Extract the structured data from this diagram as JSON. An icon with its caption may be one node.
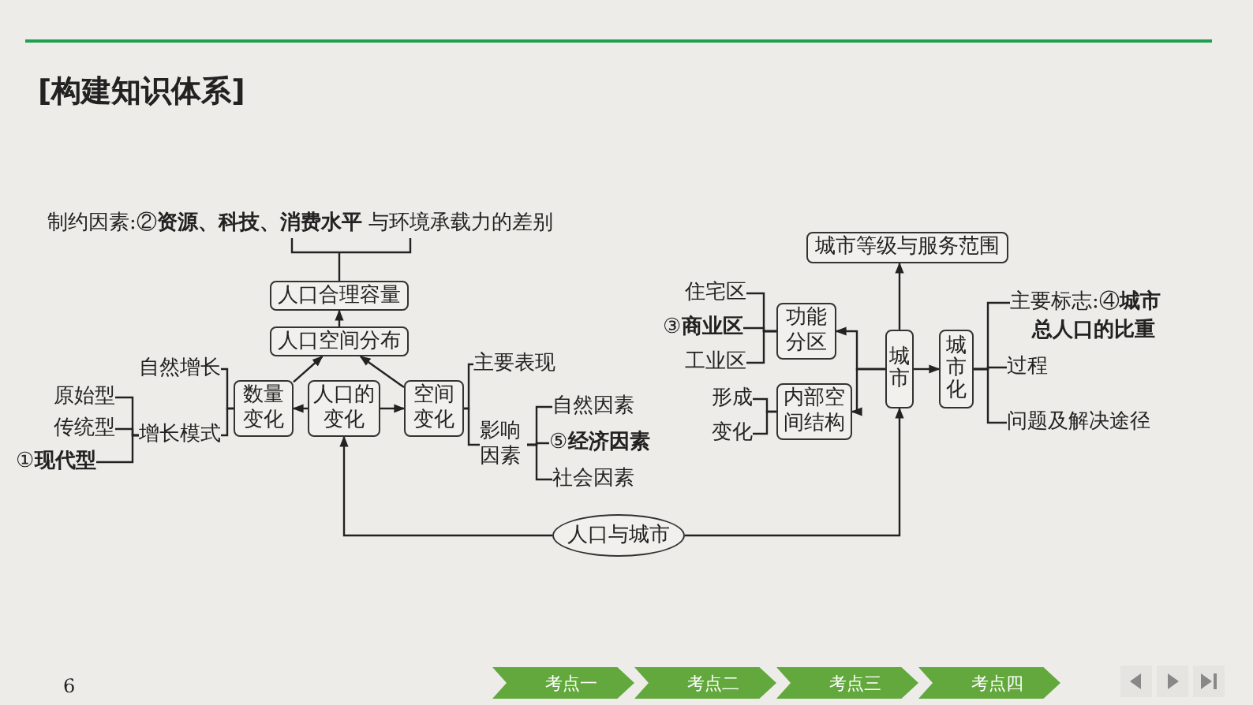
{
  "diagram": {
    "title": "[构建知识体系]",
    "nodes": [
      {
        "text": [
          "人口合理容量"
        ]
      },
      {
        "text": [
          "人口空间分布"
        ]
      },
      {
        "text": [
          "数量变化"
        ]
      },
      {
        "text": [
          "人口的变化"
        ]
      },
      {
        "text": [
          "空间变化"
        ]
      },
      {
        "text": [
          "人口与城市"
        ]
      },
      {
        "text": [
          "城市等级与服务范围"
        ]
      },
      {
        "text": [
          "功能分区"
        ]
      },
      {
        "text": [
          "内部空间结构"
        ]
      },
      {
        "text": [
          "城市"
        ]
      },
      {
        "text": [
          "城市化"
        ]
      },
      {
        "text": [
          "制约因素:②**资源、科技、消费水平** 与环境承载力的差别"
        ]
      },
      {
        "text": [
          "自然增长"
        ]
      },
      {
        "text": [
          "增长模式"
        ]
      },
      {
        "text": [
          "原始型"
        ]
      },
      {
        "text": [
          "传统型"
        ]
      },
      {
        "text": [
          "①**现代型**"
        ]
      },
      {
        "text": [
          "主要表现"
        ]
      },
      {
        "text": [
          "影响因素"
        ]
      },
      {
        "text": [
          "自然因素"
        ]
      },
      {
        "text": [
          "⑤**经济因素**"
        ]
      },
      {
        "text": [
          "社会因素"
        ]
      },
      {
        "text": [
          "住宅区"
        ]
      },
      {
        "text": [
          "③**商业区**"
        ]
      },
      {
        "text": [
          "工业区"
        ]
      },
      {
        "text": [
          "形成"
        ]
      },
      {
        "text": [
          "变化"
        ]
      },
      {
        "text": [
          "主要标志:④**城市**",
          "**总人口的比重**"
        ]
      },
      {
        "text": [
          "过程"
        ]
      },
      {
        "text": [
          "问题及解决途径"
        ]
      }
    ],
    "edges": [
      {
        "from": 3,
        "to": 2,
        "arrow": "to"
      },
      {
        "from": 3,
        "to": 4,
        "arrow": "to"
      },
      {
        "from": 2,
        "to": 1,
        "arrow": "to"
      },
      {
        "from": 4,
        "to": 1,
        "arrow": "to"
      },
      {
        "from": 1,
        "to": 0,
        "arrow": "to"
      },
      {
        "from": 5,
        "to": 3,
        "arrow": "to"
      },
      {
        "from": 5,
        "to": 9,
        "arrow": "to"
      },
      {
        "from": 9,
        "to": 6,
        "arrow": "to"
      },
      {
        "from": 9,
        "to": 10,
        "arrow": "to"
      },
      {
        "from": 9,
        "to": 7,
        "arrow": "to"
      },
      {
        "from": 9,
        "to": 8,
        "arrow": "to"
      },
      {
        "from": 11,
        "to": 0,
        "arrow": "none"
      },
      {
        "from": 2,
        "to": 12,
        "arrow": "none"
      },
      {
        "from": 2,
        "to": 13,
        "arrow": "none"
      },
      {
        "from": 13,
        "to": 14,
        "arrow": "none"
      },
      {
        "from": 13,
        "to": 15,
        "arrow": "none"
      },
      {
        "from": 13,
        "to": 16,
        "arrow": "none"
      },
      {
        "from": 4,
        "to": 17,
        "arrow": "none"
      },
      {
        "from": 4,
        "to": 18,
        "arrow": "none"
      },
      {
        "from": 18,
        "to": 19,
        "arrow": "none"
      },
      {
        "from": 18,
        "to": 20,
        "arrow": "none"
      },
      {
        "from": 18,
        "to": 21,
        "arrow": "none"
      },
      {
        "from": 7,
        "to": 22,
        "arrow": "none"
      },
      {
        "from": 7,
        "to": 23,
        "arrow": "none"
      },
      {
        "from": 7,
        "to": 24,
        "arrow": "none"
      },
      {
        "from": 8,
        "to": 25,
        "arrow": "none"
      },
      {
        "from": 8,
        "to": 26,
        "arrow": "none"
      },
      {
        "from": 10,
        "to": 27,
        "arrow": "none"
      },
      {
        "from": 10,
        "to": 28,
        "arrow": "none"
      },
      {
        "from": 10,
        "to": 29,
        "arrow": "none"
      }
    ],
    "labels": [
      "6",
      "考点一",
      "考点二",
      "考点三",
      "考点四"
    ]
  }
}
